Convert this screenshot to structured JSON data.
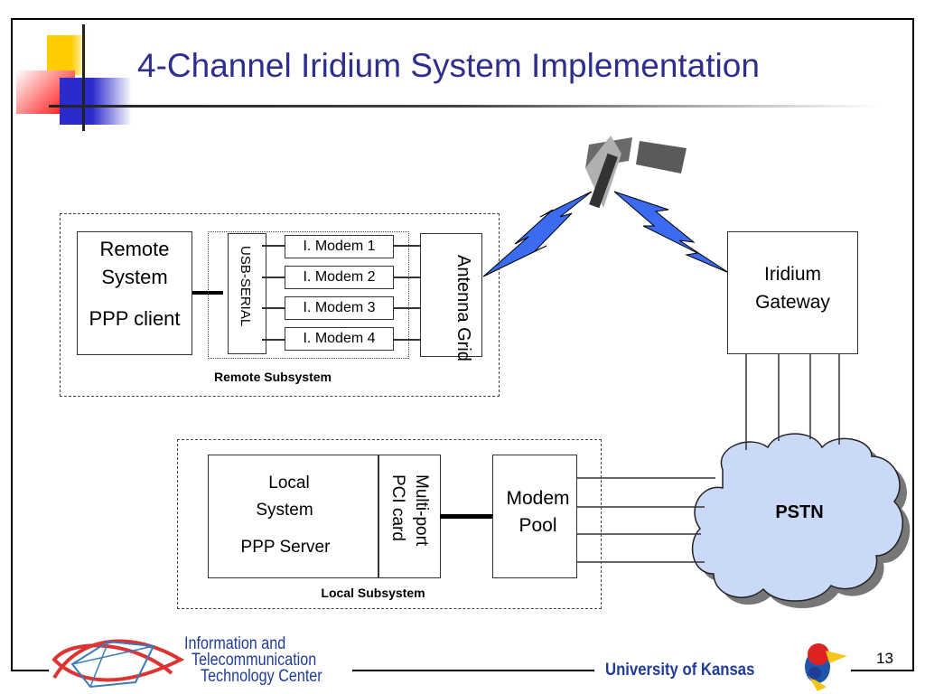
{
  "slide": {
    "title": "4-Channel Iridium System Implementation",
    "page_number": "13",
    "accent_color": "#2E2E8E"
  },
  "remote": {
    "group_label": "Remote Subsystem",
    "system_line1": "Remote",
    "system_line2": "System",
    "system_line3": "PPP client",
    "usb_serial": "USB-SERIAL",
    "modems": [
      "I. Modem 1",
      "I. Modem 2",
      "I. Modem 3",
      "I. Modem 4"
    ],
    "antenna": "Antenna Grid"
  },
  "gateway": {
    "line1": "Iridium",
    "line2": "Gateway"
  },
  "local": {
    "group_label": "Local Subsystem",
    "system_line1": "Local",
    "system_line2": "System",
    "system_line3": "PPP Server",
    "pci_line1": "Multi-port",
    "pci_line2": "PCI card",
    "modem_pool_line1": "Modem",
    "modem_pool_line2": "Pool"
  },
  "pstn": {
    "label": "PSTN",
    "fill": "#C9D9F7"
  },
  "footer": {
    "ittc_line1": "Information and",
    "ittc_line2": "Telecommunication",
    "ittc_line3": "Technology Center",
    "university": "University of Kansas",
    "brand_color": "#1F3C99"
  }
}
